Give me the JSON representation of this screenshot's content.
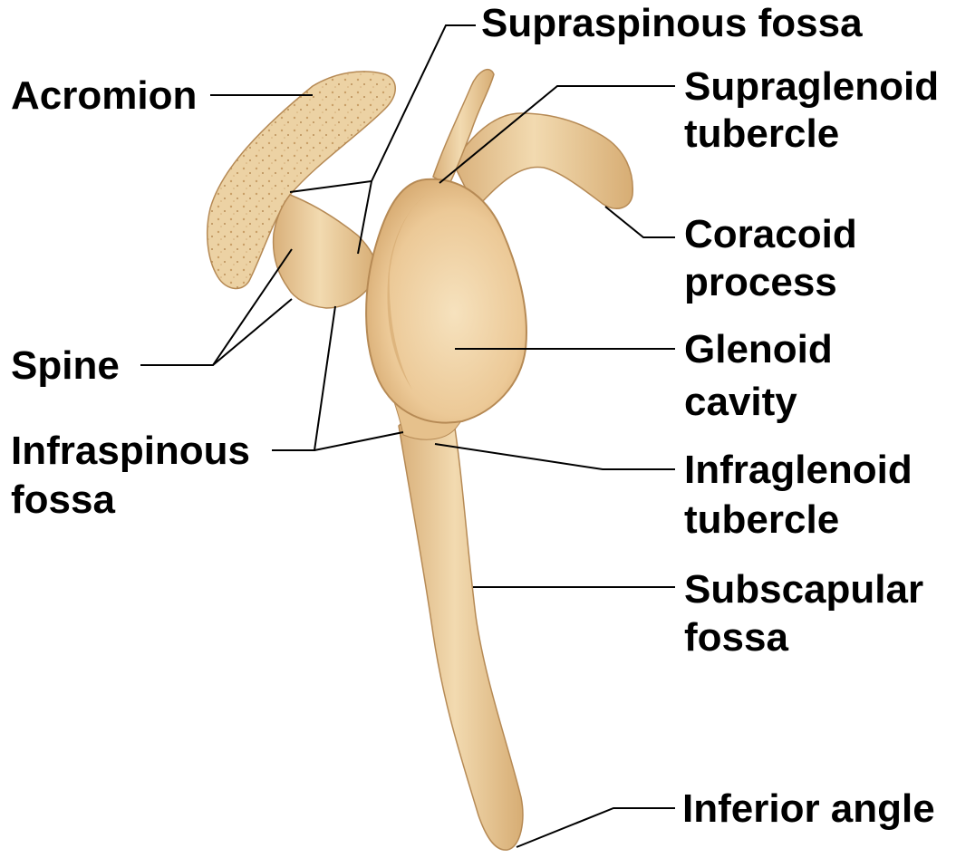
{
  "labels": {
    "supraspinous": [
      "Supraspinous fossa"
    ],
    "acromion": [
      "Acromion"
    ],
    "supraglenoid": [
      "Supraglenoid",
      "tubercle"
    ],
    "coracoid": [
      "Coracoid",
      "process"
    ],
    "spine": [
      "Spine"
    ],
    "glenoid": [
      "Glenoid",
      "cavity"
    ],
    "infraspinous": [
      "Infraspinous",
      "fossa"
    ],
    "infraglenoid": [
      "Infraglenoid",
      "tubercle"
    ],
    "subscapular": [
      "Subscapular",
      "fossa"
    ],
    "inferior_angle": [
      "Inferior angle"
    ]
  },
  "colors": {
    "bone_light": "#f3dcb2",
    "bone_mid": "#e8c593",
    "bone_dark": "#c99f67",
    "bone_outline": "#b68a55",
    "leader_line": "#000000"
  }
}
